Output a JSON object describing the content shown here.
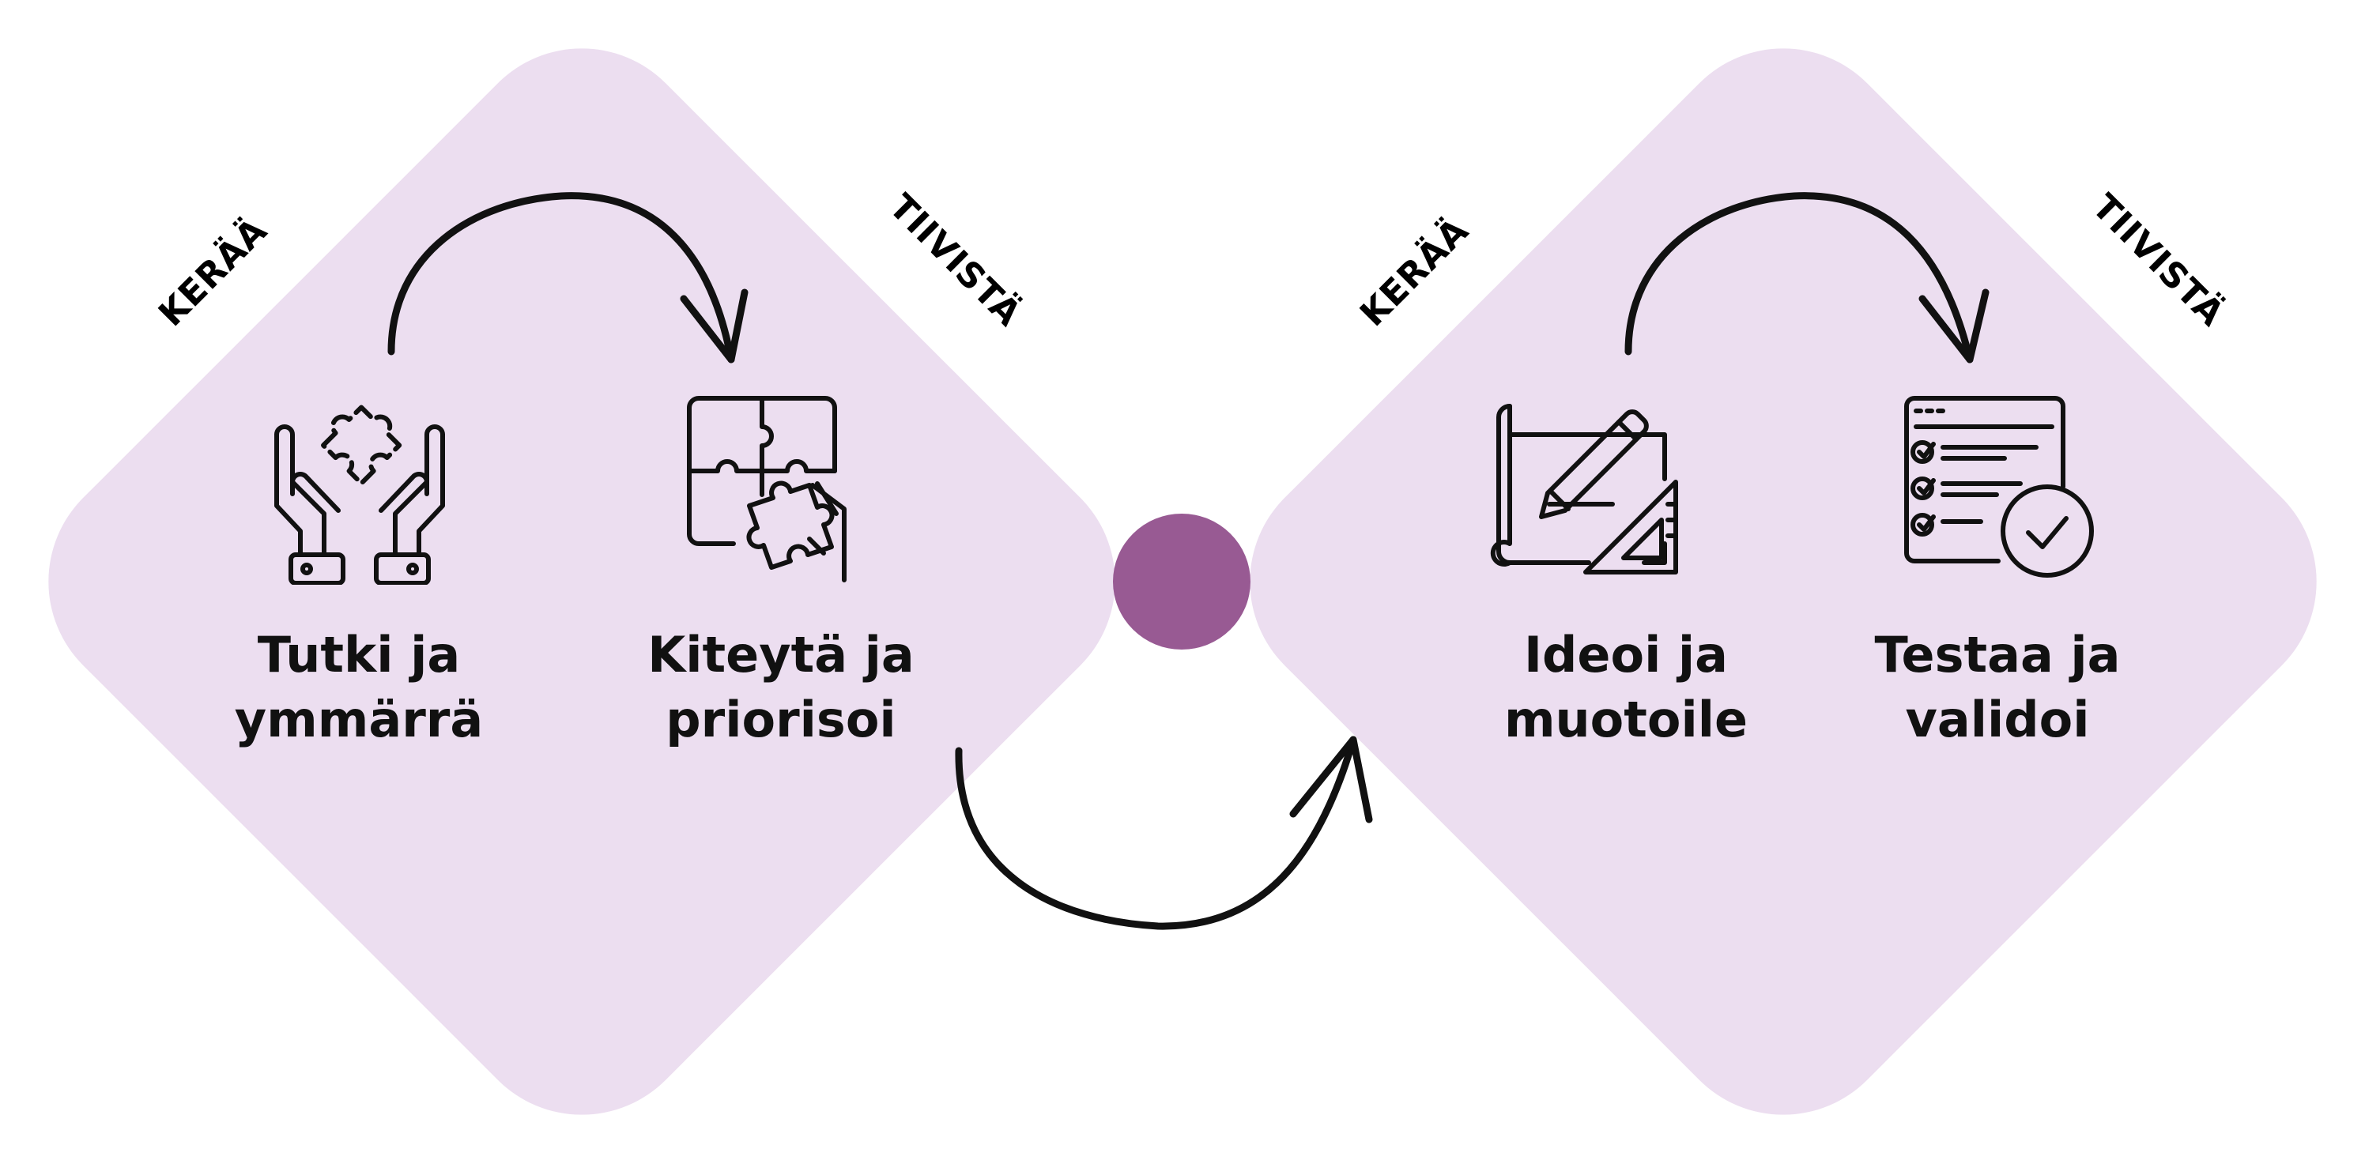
{
  "colors": {
    "diamond_fill": "#ecdef0",
    "center_dot": "#985a93",
    "stroke": "#111111",
    "text": "#111111"
  },
  "left_diamond": {
    "gather_label": "KERÄÄ",
    "condense_label": "TIIVISTÄ",
    "steps": [
      {
        "line1": "Tutki ja",
        "line2": "ymmärrä",
        "icon": "hands-puzzle-icon"
      },
      {
        "line1": "Kiteytä ja",
        "line2": "priorisoi",
        "icon": "puzzle-assembly-icon"
      }
    ]
  },
  "right_diamond": {
    "gather_label": "KERÄÄ",
    "condense_label": "TIIVISTÄ",
    "steps": [
      {
        "line1": "Ideoi ja",
        "line2": "muotoile",
        "icon": "blueprint-pencil-icon"
      },
      {
        "line1": "Testaa ja",
        "line2": "validoi",
        "icon": "checklist-approval-icon"
      }
    ]
  }
}
